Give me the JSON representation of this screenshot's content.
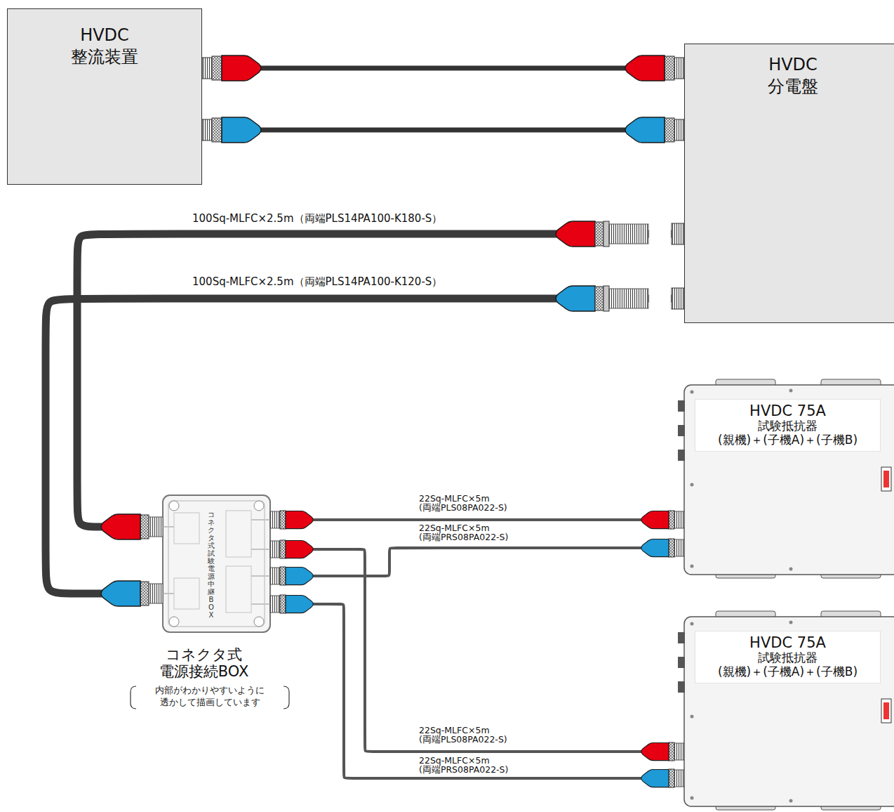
{
  "diagram": {
    "nodes": [
      {
        "text": [
          "HVDC 整流装置"
        ]
      },
      {
        "text": [
          "HVDC 分電盤"
        ]
      },
      {
        "text": [
          "コネクタ式 電源接続BOX",
          "コネクタ式試験電源中継BOX"
        ]
      },
      {
        "text": [
          "HVDC 75A",
          "試験抵抗器 (親機)＋(子機A)＋(子機B)"
        ]
      },
      {
        "text": [
          "HVDC 75A",
          "試験抵抗器 (親機)＋(子機A)＋(子機B)"
        ]
      }
    ],
    "edges": [
      {
        "from": 0,
        "to": 1,
        "arrow": "none"
      },
      {
        "from": 0,
        "to": 1,
        "arrow": "none"
      },
      {
        "from": 1,
        "to": 2,
        "arrow": "none",
        "label": "100Sq-MLFC×2.5m（両端PLS14PA100-K180-S）"
      },
      {
        "from": 1,
        "to": 2,
        "arrow": "none",
        "label": "100Sq-MLFC×2.5m（両端PLS14PA100-K120-S）"
      },
      {
        "from": 2,
        "to": 3,
        "arrow": "none",
        "label": "22Sq-MLFC×5m (両端PLS08PA022-S)"
      },
      {
        "from": 2,
        "to": 3,
        "arrow": "none",
        "label": "22Sq-MLFC×5m (両端PRS08PA022-S)"
      },
      {
        "from": 2,
        "to": 4,
        "arrow": "none",
        "label": "22Sq-MLFC×5m (両端PLS08PA022-S)"
      },
      {
        "from": 2,
        "to": 4,
        "arrow": "none",
        "label": "22Sq-MLFC×5m (両端PRS08PA022-S)"
      }
    ],
    "labels": [
      "内部がわかりやすいように 透かして描画しています"
    ]
  }
}
